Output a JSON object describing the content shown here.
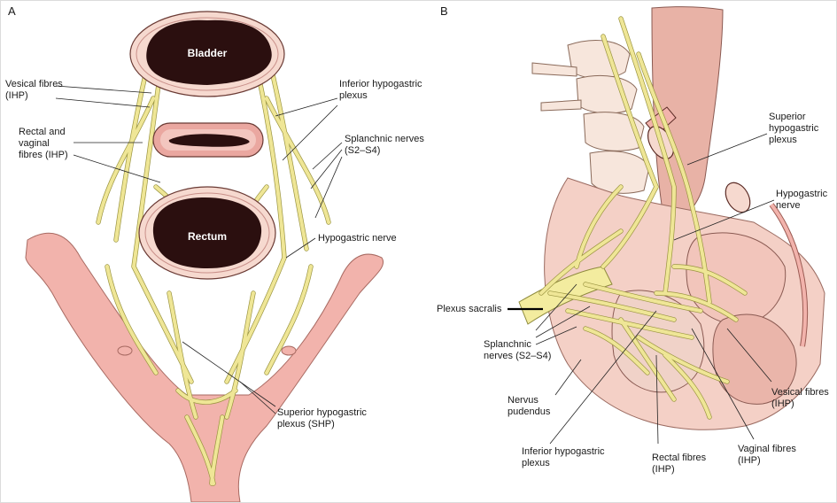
{
  "panels": {
    "a": {
      "letter": "A",
      "organs": {
        "bladder": "Bladder",
        "rectum": "Rectum"
      },
      "labels": {
        "vesical_fibres": [
          "Vesical fibres",
          "(IHP)"
        ],
        "rectal_vaginal": [
          "Rectal and",
          "vaginal",
          "fibres (IHP)"
        ],
        "inferior_hypogastric": [
          "Inferior hypogastric",
          "plexus"
        ],
        "splanchnic": [
          "Splanchnic nerves",
          "(S2–S4)"
        ],
        "hypogastric_nerve": "Hypogastric nerve",
        "superior_hypogastric": [
          "Superior hypogastric",
          "plexus (SHP)"
        ]
      }
    },
    "b": {
      "letter": "B",
      "labels": {
        "superior_hypogastric": [
          "Superior",
          "hypogastric",
          "plexus"
        ],
        "hypogastric_nerve": [
          "Hypogastric",
          "nerve"
        ],
        "plexus_sacralis": "Plexus sacralis",
        "splanchnic": [
          "Splanchnic",
          "nerves (S2–S4)"
        ],
        "nervus_pudendus": [
          "Nervus",
          "pudendus"
        ],
        "inferior_hypogastric": [
          "Inferior hypogastric",
          "plexus"
        ],
        "rectal_fibres": [
          "Rectal fibres",
          "(IHP)"
        ],
        "vaginal_fibres": [
          "Vaginal fibres",
          "(IHP)"
        ],
        "vesical_fibres": [
          "Vesical fibres",
          "(IHP)"
        ]
      }
    }
  },
  "colors": {
    "nerve_fill": "#f3ec9f",
    "nerve_edge": "#9a9440",
    "organ_wall": "#f6d9cf",
    "organ_lumen": "#2b0f0f",
    "vessel": "#f2b3ac",
    "bone": "#f7e6dc",
    "muscle": "#e8b2a6"
  }
}
